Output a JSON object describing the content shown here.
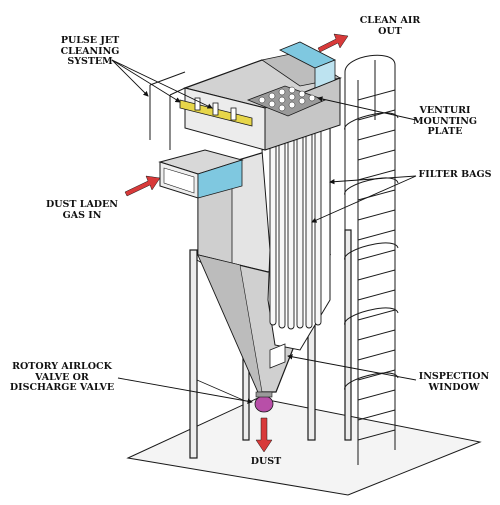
{
  "diagram": {
    "labels": {
      "pulse_jet": [
        "PULSE JET",
        "CLEANING",
        "SYSTEM"
      ],
      "clean_air": [
        "CLEAN AIR",
        "OUT"
      ],
      "venturi": [
        "VENTURI",
        "MOUNTING",
        "PLATE"
      ],
      "filter_bags": [
        "FILTER BAGS"
      ],
      "dust_laden": [
        "DUST LADEN",
        "GAS IN"
      ],
      "airlock": [
        "ROTORY AIRLOCK",
        "VALVE OR",
        "DISCHARGE VALVE"
      ],
      "inspection": [
        "INSPECTION",
        "WINDOW"
      ],
      "dust": [
        "DUST"
      ]
    },
    "colors": {
      "outline": "#1a1a1a",
      "arrow": "#d83a3a",
      "duct": "#7fc8e0",
      "manifold": "#e7d64a",
      "valve": "#b84fa8",
      "body_light": "#e4e4e4",
      "body_dark": "#b9b9b9"
    }
  }
}
